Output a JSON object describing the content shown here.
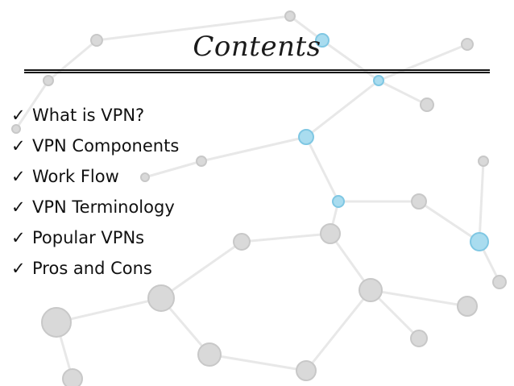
{
  "slide": {
    "title": "Contents",
    "items": [
      "What is VPN?",
      "VPN Components",
      "Work Flow",
      "VPN Terminology",
      "Popular VPNs",
      "Pros and Cons"
    ],
    "colors": {
      "text": "#111111",
      "node_blue": "#9cd6ec",
      "node_grey": "#c8c8c8"
    }
  }
}
